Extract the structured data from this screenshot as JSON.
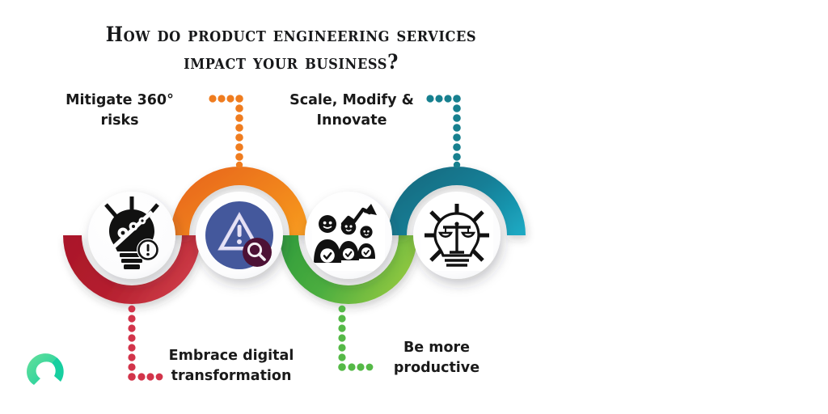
{
  "title": "How do product engineering services\nimpact your business?",
  "colors": {
    "red_dark": "#a9162a",
    "red_light": "#c9353f",
    "orange_dark": "#ea6a16",
    "orange_light": "#f8941d",
    "green_dark": "#2f9c3c",
    "green_light": "#8cc63f",
    "teal_dark": "#14697f",
    "teal_light": "#1ba6c0",
    "icon_blue": "#44589c",
    "icon_plum": "#4d1235",
    "logo_green": "#4cd08a",
    "text": "#1a1a1a"
  },
  "stages": [
    {
      "id": "stage-risks",
      "label": "Mitigate 360°\nrisks",
      "color": "#ef7c1f",
      "icon": "warning-magnifier-icon",
      "arc": "orange-top-arc",
      "connector": "orange-dotted-connector"
    },
    {
      "id": "stage-scale",
      "label": "Scale, Modify &\nInnovate",
      "color": "#14748b",
      "icon": "lightbulb-scales-icon",
      "arc": "teal-top-arc",
      "connector": "teal-dotted-connector"
    },
    {
      "id": "stage-embrace",
      "label": "Embrace digital\ntransformation",
      "color": "#c0233a",
      "icon": "lightbulb-gears-alert-icon",
      "arc": "red-bottom-arc",
      "connector": "red-dotted-connector"
    },
    {
      "id": "stage-productive",
      "label": "Be more\nproductive",
      "color": "#5db347",
      "icon": "people-growth-chart-icon",
      "arc": "green-bottom-arc",
      "connector": "green-dotted-connector"
    }
  ],
  "logo": {
    "name": "brand-logo",
    "shape": "rounded-swoosh"
  }
}
